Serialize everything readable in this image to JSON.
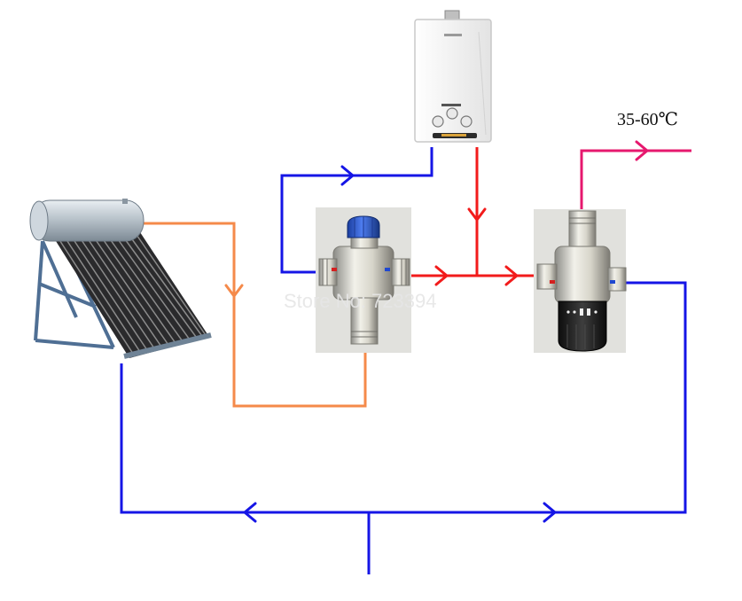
{
  "colors": {
    "cold_pipe": "#1515e6",
    "hot_pipe": "#f21b1b",
    "solar_pipe": "#f58a4a",
    "outlet_pipe": "#e6186e"
  },
  "labels": {
    "outlet_temperature": "35-60℃",
    "watermark": "Store No: 723394"
  },
  "components": {
    "solar_heater": "solar-water-heater",
    "gas_heater": "gas-water-heater",
    "valve_left": "thermostatic-mixing-valve-blue-cap",
    "valve_right": "thermostatic-mixing-valve-black-knob"
  }
}
